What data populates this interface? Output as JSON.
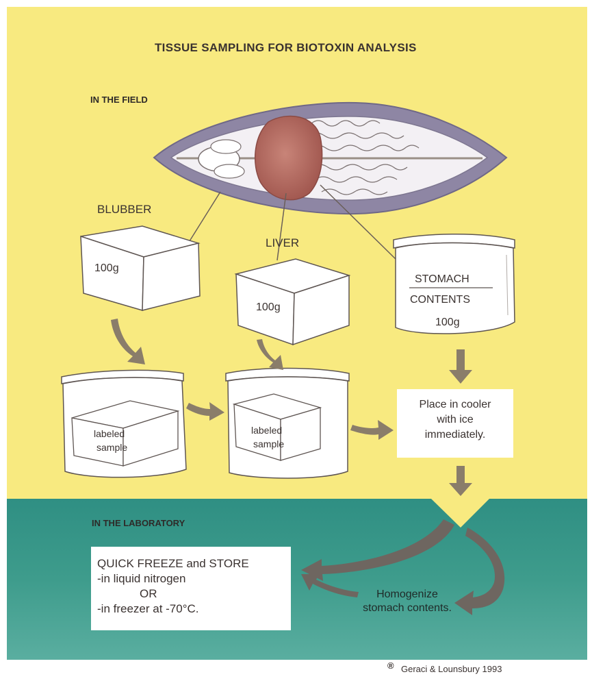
{
  "title": "TISSUE SAMPLING FOR BIOTOXIN ANALYSIS",
  "sections": {
    "field": "IN THE FIELD",
    "lab": "IN THE LABORATORY"
  },
  "labels": {
    "blubber": "BLUBBER",
    "liver": "LIVER",
    "stomach_line1": "STOMACH",
    "stomach_line2": "CONTENTS",
    "weight_blubber": "100g",
    "weight_liver": "100g",
    "weight_stomach": "100g",
    "labeled_1": "labeled",
    "sample_1": "sample",
    "labeled_2": "labeled",
    "sample_2": "sample"
  },
  "cooler_box": {
    "line1": "Place in cooler",
    "line2": "with ice",
    "line3": "immediately."
  },
  "freeze_box": {
    "line1": "QUICK FREEZE and STORE",
    "line2": "-in liquid nitrogen",
    "line3": "OR",
    "line4": "-in freezer at -70°C."
  },
  "homogenize": {
    "line1": "Homogenize",
    "line2": "stomach contents."
  },
  "credit": "Geraci & Lounsbury 1993",
  "credit_symbol": "®",
  "colors": {
    "field_bg": "#f8ea80",
    "lab_bg": "#3a9a8a",
    "arrow": "#8a7d6a",
    "liver": "#b86a5e",
    "body_outline": "#8e86a4"
  }
}
